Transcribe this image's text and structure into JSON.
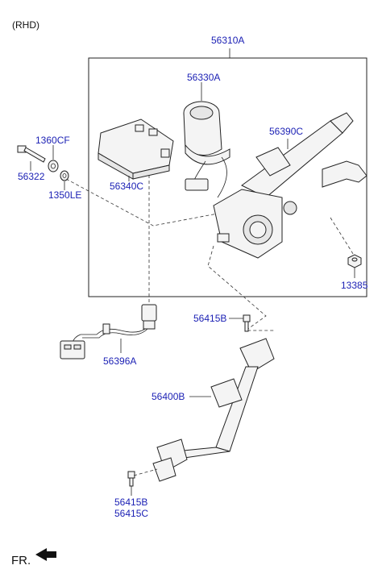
{
  "header": {
    "variant": "(RHD)"
  },
  "callouts": {
    "assembly": "56310A",
    "motor": "56330A",
    "column": "56390C",
    "ecu": "56340C",
    "washer_a": "1360CF",
    "bolt": "56322",
    "washer_b": "1350LE",
    "nut": "13385",
    "harness": "56396A",
    "bolt_upper": "56415B",
    "shaft": "56400B",
    "bolt_lower_1": "56415B",
    "bolt_lower_2": "56415C"
  },
  "footer": {
    "direction": "FR."
  },
  "colors": {
    "callout": "#1a1fb4",
    "text": "#111111",
    "line": "#222222"
  }
}
